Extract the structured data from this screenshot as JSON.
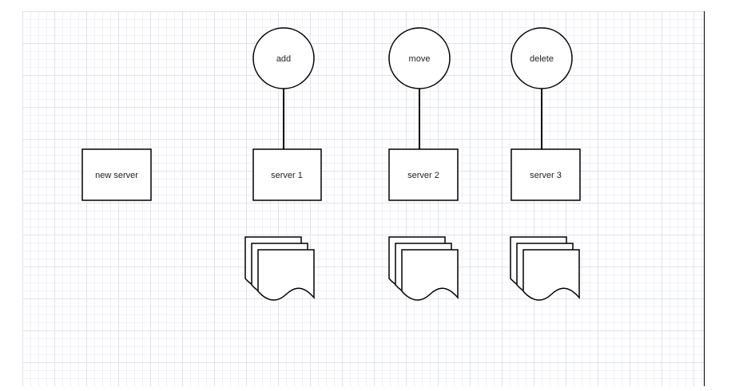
{
  "diagram": {
    "operations": [
      {
        "label": "add"
      },
      {
        "label": "move"
      },
      {
        "label": "delete"
      }
    ],
    "new_server": {
      "label": "new server"
    },
    "servers": [
      {
        "label": "server 1"
      },
      {
        "label": "server 2"
      },
      {
        "label": "server 3"
      }
    ],
    "document_stacks": [
      {
        "server": "server 1"
      },
      {
        "server": "server 2"
      },
      {
        "server": "server 3"
      }
    ]
  }
}
